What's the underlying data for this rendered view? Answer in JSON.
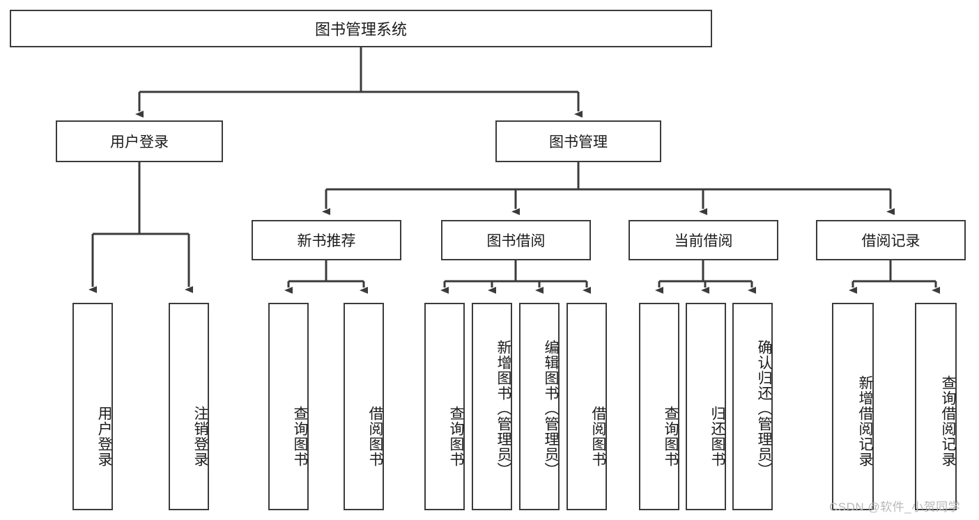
{
  "diagram": {
    "title": "图书管理系统",
    "root": {
      "id": "root",
      "label": "图书管理系统"
    },
    "level2": [
      {
        "id": "user-login",
        "label": "用户登录"
      },
      {
        "id": "book-manage",
        "label": "图书管理"
      }
    ],
    "level3": [
      {
        "id": "new-book-recommend",
        "label": "新书推荐",
        "parent": "book-manage"
      },
      {
        "id": "book-borrow",
        "label": "图书借阅",
        "parent": "book-manage"
      },
      {
        "id": "current-borrow",
        "label": "当前借阅",
        "parent": "book-manage"
      },
      {
        "id": "borrow-record",
        "label": "借阅记录",
        "parent": "book-manage"
      }
    ],
    "leaves": [
      {
        "id": "leaf-user-login",
        "label": "用户登录",
        "parent": "user-login"
      },
      {
        "id": "leaf-user-logout",
        "label": "注销登录",
        "parent": "user-login"
      },
      {
        "id": "leaf-query-book-1",
        "label": "查询图书",
        "parent": "new-book-recommend"
      },
      {
        "id": "leaf-borrow-book-1",
        "label": "借阅图书",
        "parent": "new-book-recommend"
      },
      {
        "id": "leaf-query-book-2",
        "label": "查询图书",
        "parent": "book-borrow"
      },
      {
        "id": "leaf-add-book",
        "label": "新增图书（管理员）",
        "parent": "book-borrow"
      },
      {
        "id": "leaf-edit-book",
        "label": "编辑图书（管理员）",
        "parent": "book-borrow"
      },
      {
        "id": "leaf-borrow-book-2",
        "label": "借阅图书",
        "parent": "book-borrow"
      },
      {
        "id": "leaf-query-book-3",
        "label": "查询图书",
        "parent": "current-borrow"
      },
      {
        "id": "leaf-return-book",
        "label": "归还图书",
        "parent": "current-borrow"
      },
      {
        "id": "leaf-confirm-return",
        "label": "确认归还（管理员）",
        "parent": "current-borrow"
      },
      {
        "id": "leaf-add-record",
        "label": "新增借阅记录",
        "parent": "borrow-record"
      },
      {
        "id": "leaf-query-record",
        "label": "查询借阅记录",
        "parent": "borrow-record"
      }
    ]
  },
  "watermark": {
    "text": "CSDN @软件_小贺同学"
  },
  "colors": {
    "stroke": "#3b3b3b",
    "background": "#ffffff",
    "text": "#1a1a1a",
    "watermark": "#b9b9b9"
  }
}
